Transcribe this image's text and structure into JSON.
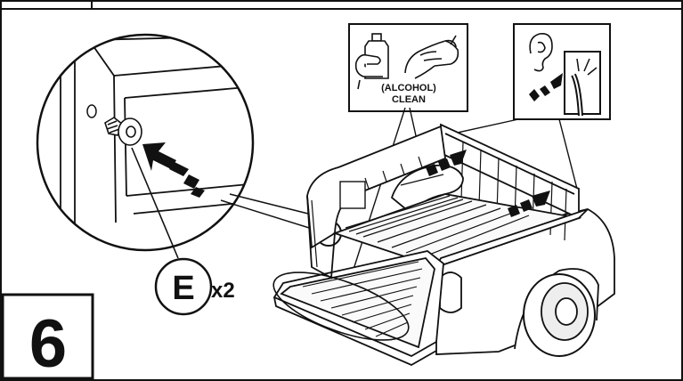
{
  "step": {
    "number": "6"
  },
  "fastener": {
    "letter": "E",
    "quantity": "x2"
  },
  "clean_panel": {
    "text_line1": "(ALCOHOL)",
    "text_line2": "CLEAN"
  },
  "colors": {
    "ink": "#111111",
    "paper": "#ffffff",
    "shade": "#d9d9d9"
  },
  "icons": [
    "alcohol-bottle-icon",
    "wiping-hand-icon",
    "ear-icon",
    "wire-listen-icon",
    "push-arrow-icon",
    "clip-icon"
  ]
}
